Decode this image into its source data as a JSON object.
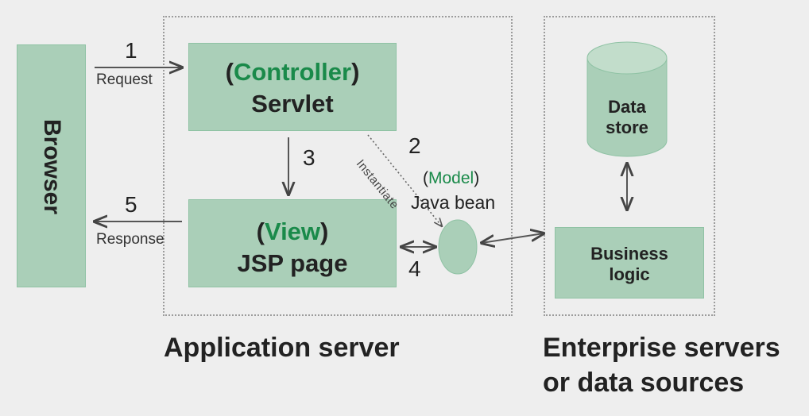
{
  "browser": {
    "label": "Browser"
  },
  "app_server": {
    "label": "Application server",
    "controller": {
      "role": "Controller",
      "name": "Servlet"
    },
    "view": {
      "role": "View",
      "name": "JSP page"
    },
    "model": {
      "role": "Model",
      "name": "Java bean"
    }
  },
  "enterprise": {
    "label_line1": "Enterprise servers",
    "label_line2": "or data sources",
    "data_store": {
      "line1": "Data",
      "line2": "store"
    },
    "business_logic": {
      "line1": "Business",
      "line2": "logic"
    }
  },
  "flows": {
    "step1": {
      "number": "1",
      "label": "Request"
    },
    "step2": {
      "number": "2",
      "label": "Instantiate"
    },
    "step3": {
      "number": "3"
    },
    "step4": {
      "number": "4"
    },
    "step5": {
      "number": "5",
      "label": "Response"
    }
  },
  "colors": {
    "background": "#eeeeee",
    "box_fill": "#aacfb8",
    "accent_green": "#1a8a4a",
    "text": "#222222",
    "dotted_border": "#9c9c9c"
  }
}
